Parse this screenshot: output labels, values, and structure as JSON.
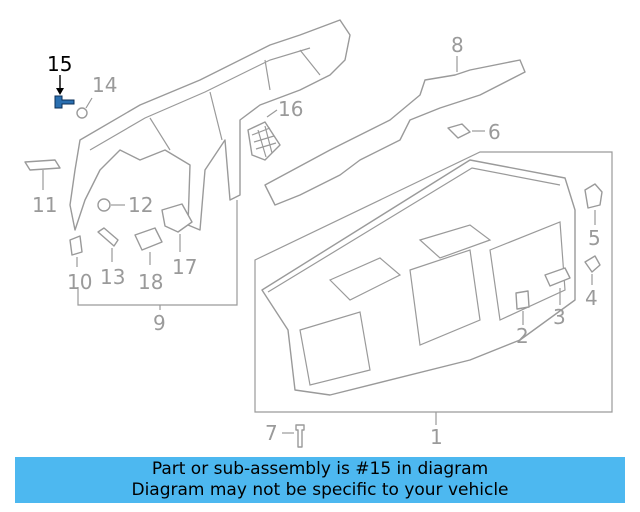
{
  "diagram": {
    "callouts": [
      {
        "id": "c1",
        "label": "1"
      },
      {
        "id": "c2",
        "label": "2"
      },
      {
        "id": "c3",
        "label": "3"
      },
      {
        "id": "c4",
        "label": "4"
      },
      {
        "id": "c5",
        "label": "5"
      },
      {
        "id": "c6",
        "label": "6"
      },
      {
        "id": "c7",
        "label": "7"
      },
      {
        "id": "c8",
        "label": "8"
      },
      {
        "id": "c9",
        "label": "9"
      },
      {
        "id": "c10",
        "label": "10"
      },
      {
        "id": "c11",
        "label": "11"
      },
      {
        "id": "c12",
        "label": "12"
      },
      {
        "id": "c13",
        "label": "13"
      },
      {
        "id": "c14",
        "label": "14"
      },
      {
        "id": "c15",
        "label": "15"
      },
      {
        "id": "c16",
        "label": "16"
      },
      {
        "id": "c17",
        "label": "17"
      },
      {
        "id": "c18",
        "label": "18"
      }
    ],
    "highlight_color": "#000000",
    "part_color": "#9a9a9a",
    "bolt_color": "#2a6fb0"
  },
  "banner": {
    "line1": "Part or sub-assembly is #15 in diagram",
    "line2": "Diagram may not be specific to your vehicle",
    "background": "#4db8f0"
  }
}
